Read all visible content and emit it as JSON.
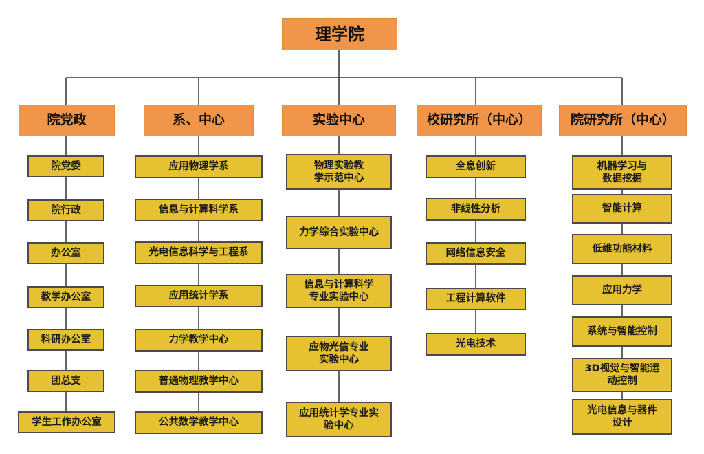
{
  "root": "理学院",
  "columns": [
    {
      "category": "院党政",
      "items": [
        "院党委",
        "院行政",
        "办公室",
        "教学办公室",
        "科研办公室",
        "团总支",
        "学生工作办公室"
      ]
    },
    {
      "category": "系、中心",
      "items": [
        "应用物理学系",
        "信息与计算科学系",
        "光电信息科学与工程系",
        "应用统计学系",
        "力学教学中心",
        "普通物理教学中心",
        "公共数学教学中心"
      ]
    },
    {
      "category": "实验中心",
      "items": [
        "物理实验教\n学示范中心",
        "力学综合实验中心",
        "信息与计算科学\n专业实验中心",
        "应物光信专业\n实验中心",
        "应用统计学专业实\n验中心"
      ]
    },
    {
      "category": "校研究所（中心）",
      "items": [
        "全息创新",
        "非线性分析",
        "网络信息安全",
        "工程计算软件",
        "光电技术"
      ]
    },
    {
      "category": "院研究所（中心）",
      "items": [
        "机器学习与\n数据挖掘",
        "智能计算",
        "低维功能材料",
        "应用力学",
        "系统与智能控制",
        "3D视觉与智能运\n动控制",
        "光电信息与器件\n设计"
      ]
    }
  ]
}
